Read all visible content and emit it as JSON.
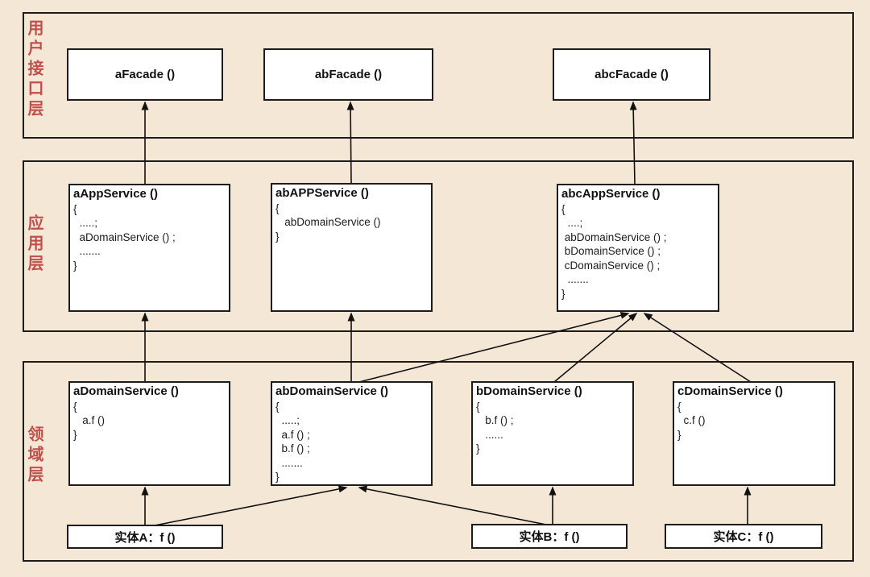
{
  "title": "DDD layered architecture diagram",
  "colors": {
    "background": "#f5e7d6",
    "layer_label": "#c0504d",
    "box_border": "#1c1c1c",
    "box_fill": "#ffffff",
    "arrow": "#111111"
  },
  "layers": [
    {
      "id": "ui-layer",
      "label": "用户接口层"
    },
    {
      "id": "app-layer",
      "label": "应用层"
    },
    {
      "id": "domain-layer",
      "label": "领域层"
    }
  ],
  "facades": [
    {
      "title": "aFacade ()"
    },
    {
      "title": "abFacade ()"
    },
    {
      "title": "abcFacade ()"
    }
  ],
  "app_services": [
    {
      "title": "aAppService ()",
      "body": "{\n  .....;\n  aDomainService () ;\n  .......\n}"
    },
    {
      "title": "abAPPService ()",
      "body": "{\n   abDomainService ()\n}"
    },
    {
      "title": "abcAppService ()",
      "body": "{\n  ....;\n abDomainService () ;\n bDomainService () ;\n cDomainService () ;\n  .......\n}"
    }
  ],
  "domain_services": [
    {
      "title": "aDomainService ()",
      "body": "{\n   a.f ()\n}"
    },
    {
      "title": "abDomainService ()",
      "body": "{\n  .....;\n  a.f () ;\n  b.f () ;\n  .......\n}"
    },
    {
      "title": "bDomainService ()",
      "body": "{\n   b.f () ;\n   ......\n}"
    },
    {
      "title": "cDomainService ()",
      "body": "{\n  c.f ()\n}"
    }
  ],
  "entities": [
    {
      "label": "实体A：f ()"
    },
    {
      "label": "实体B：f ()"
    },
    {
      "label": "实体C：f ()"
    }
  ]
}
